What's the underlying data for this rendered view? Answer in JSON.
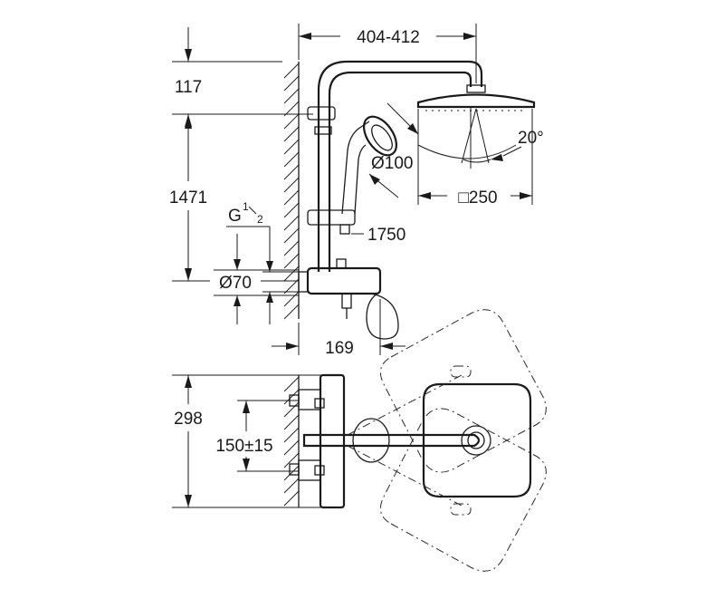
{
  "dimensions": {
    "arm_length": "404-412",
    "top_offset": "117",
    "rail_height": "1471",
    "thread_label_main": "G",
    "thread_num": "1",
    "thread_den": "2",
    "diameter_70": "Ø70",
    "hand_shower_diameter": "Ø100",
    "hose_length": "1750",
    "spray_angle": "20°",
    "head_size": "□250",
    "mixer_depth": "169",
    "total_depth": "298",
    "connection_spacing": "150±15"
  }
}
